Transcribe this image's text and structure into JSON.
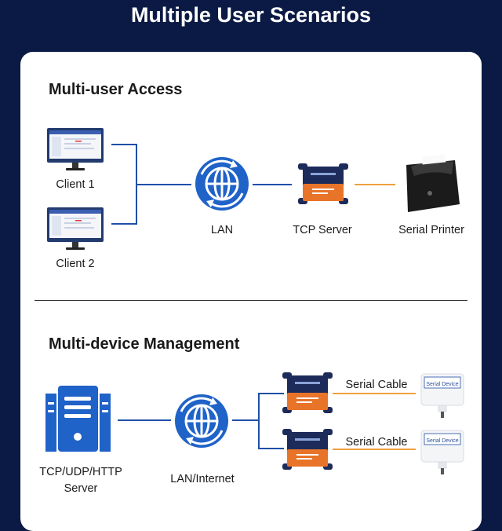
{
  "header": {
    "title": "Multiple User Scenarios"
  },
  "section1": {
    "title": "Multi-user Access",
    "client1": "Client 1",
    "client2": "Client 2",
    "lan": "LAN",
    "tcp_server": "TCP Server",
    "printer": "Serial Printer"
  },
  "section2": {
    "title": "Multi-device Management",
    "server": "TCP/UDP/HTTP\nServer",
    "network": "LAN/Internet",
    "cable1": "Serial Cable",
    "cable2": "Serial Cable",
    "device_label_1": "Serial Device",
    "device_label_2": "Serial Device"
  },
  "colors": {
    "background": "#0b1a44",
    "network_line": "#1f4fa8",
    "serial_line": "#f0a040",
    "device_orange": "#e8742a",
    "device_navy": "#1d2b5a"
  }
}
